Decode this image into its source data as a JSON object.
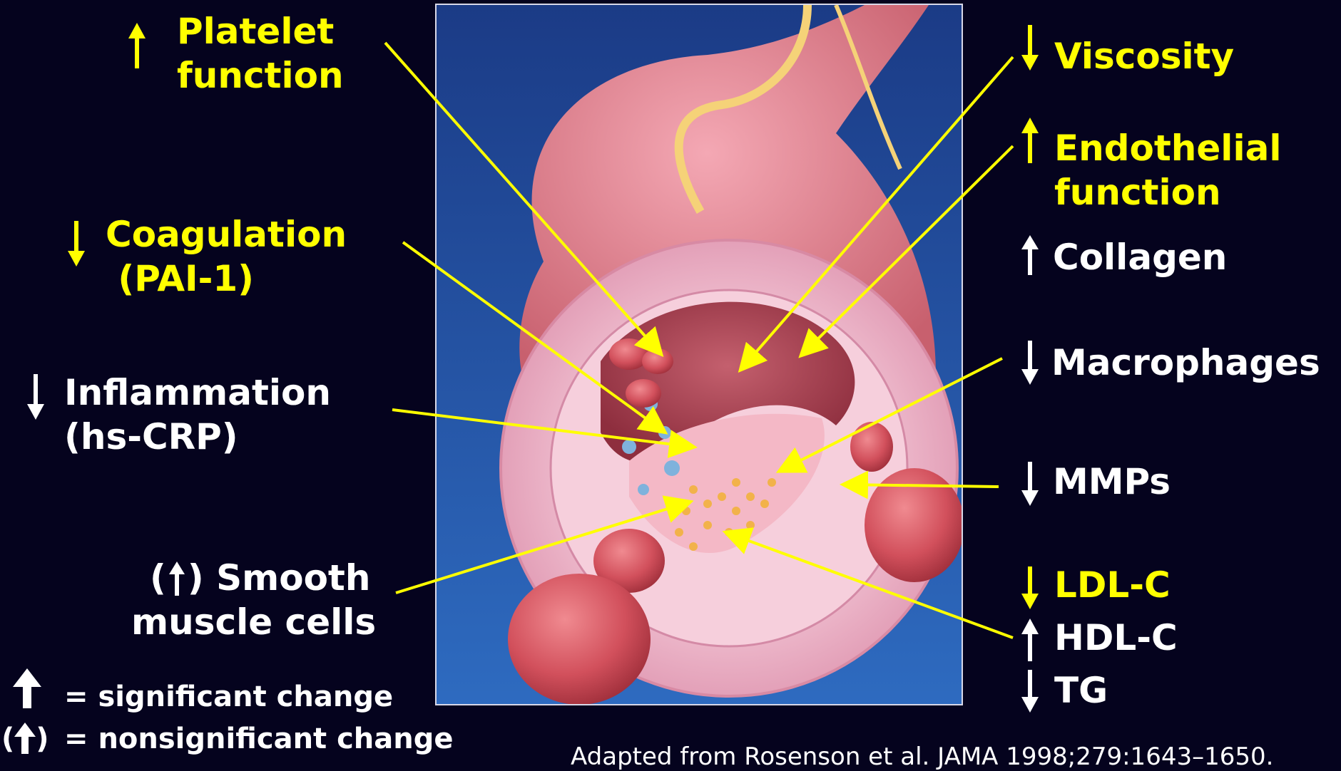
{
  "labels": {
    "platelet": "Platelet\nfunction",
    "coagulation": "Coagulation\n(PAI-1)",
    "inflammation": "Inflammation\n(hs-CRP)",
    "smooth_prefix": "(",
    "smooth_suffix": ") Smooth",
    "smooth_line2": "muscle cells",
    "viscosity": "Viscosity",
    "endothelial": "Endothelial\nfunction",
    "collagen": "Collagen",
    "macrophages": "Macrophages",
    "mmps": "MMPs",
    "ldl": "LDL-C",
    "hdl": "HDL-C",
    "tg": "TG"
  },
  "legend": {
    "significant": "= significant change",
    "nonsignificant": "= nonsignificant change"
  },
  "citation": "Adapted from Rosenson et al. JAMA 1998;279:1643–1650.",
  "colors": {
    "background": "#05031e",
    "yellow": "#ffff00",
    "white": "#ffffff",
    "panel_blue": "#1f4aa0",
    "vessel_pink": "#e88a98",
    "rbc_red": "#c8404c"
  },
  "icons": {
    "up": "up-arrow-icon",
    "down": "down-arrow-icon"
  }
}
